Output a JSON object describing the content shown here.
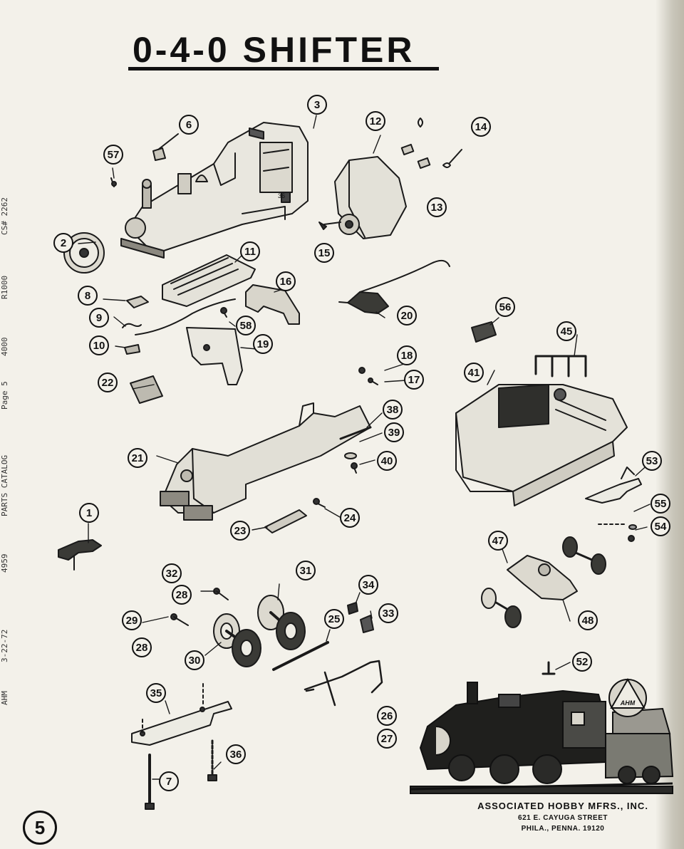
{
  "title": "0-4-0 SHIFTER",
  "side_strip": {
    "brand": "AHM",
    "date": "3-22-72",
    "item": "4959",
    "catalog": "PARTS CATALOG",
    "page": "Page 5",
    "code_a": "4000",
    "code_b": "R1000",
    "code_c": "CS# 2262"
  },
  "callouts": [
    "1",
    "2",
    "3",
    "6",
    "7",
    "8",
    "9",
    "10",
    "11",
    "12",
    "13",
    "14",
    "15",
    "16",
    "17",
    "18",
    "19",
    "20",
    "21",
    "22",
    "23",
    "24",
    "25",
    "26",
    "27",
    "28",
    "28",
    "29",
    "30",
    "31",
    "32",
    "33",
    "34",
    "35",
    "36",
    "38",
    "39",
    "40",
    "41",
    "45",
    "47",
    "48",
    "52",
    "53",
    "54",
    "55",
    "56",
    "57",
    "58"
  ],
  "logo": "AHM",
  "company": {
    "name": "ASSOCIATED HOBBY MFRS., INC.",
    "street": "621 E. CAYUGA STREET",
    "city": "PHILA., PENNA. 19120"
  },
  "page_number": "5",
  "colors": {
    "paper": "#f3f1ea",
    "ink": "#111111",
    "shade": "#7a7a72"
  }
}
